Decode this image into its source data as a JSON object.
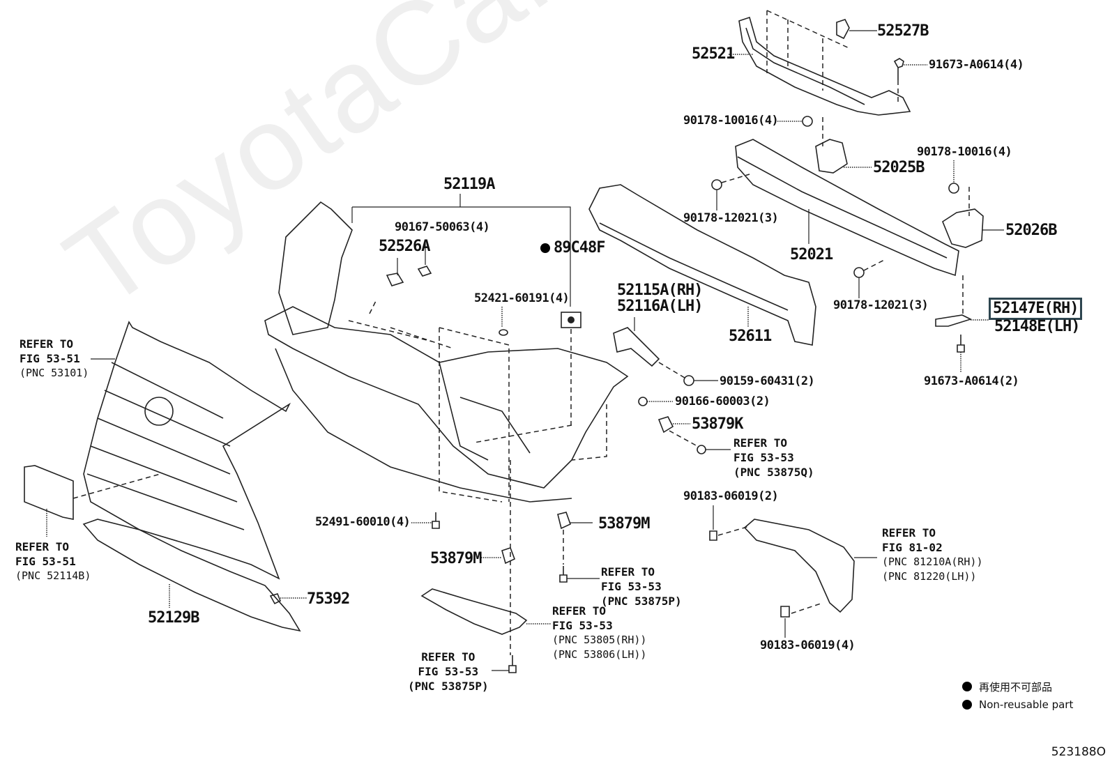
{
  "diagram": {
    "watermark": "ToyotaCarNiche.ru",
    "figure_number": "523188O",
    "legend": [
      {
        "symbol": "filled-circle",
        "text": "再使用不可部品"
      },
      {
        "symbol": "filled-circle",
        "text": "Non-reusable part"
      }
    ],
    "highlight_color": "#2e4650",
    "parts": {
      "p52527B": "52527B",
      "p52521": "52521",
      "p91673_a0614_4": "91673-A0614(4)",
      "p90178_10016_4_a": "90178-10016(4)",
      "p90178_10016_4_b": "90178-10016(4)",
      "p52025B": "52025B",
      "p52026B": "52026B",
      "p90178_12021_3_a": "90178-12021(3)",
      "p90178_12021_3_b": "90178-12021(3)",
      "p52021": "52021",
      "p52611": "52611",
      "p52147E_rh": "52147E(RH)",
      "p52148E_lh": "52148E(LH)",
      "p91673_a0614_2": "91673-A0614(2)",
      "p52119A": "52119A",
      "p90167_50063_4": "90167-50063(4)",
      "p52526A": "52526A",
      "p89C48F": "89C48F",
      "p52421_60191_4": "52421-60191(4)",
      "p52115A_rh": "52115A(RH)",
      "p52116A_lh": "52116A(LH)",
      "p90159_60431_2": "90159-60431(2)",
      "p90166_60003_2": "90166-60003(2)",
      "p53879K": "53879K",
      "p52491_60010_4": "52491-60010(4)",
      "p53879M_a": "53879M",
      "p53879M_b": "53879M",
      "p75392": "75392",
      "p52129B": "52129B",
      "p90183_06019_2": "90183-06019(2)",
      "p90183_06019_4": "90183-06019(4)"
    },
    "references": {
      "grille": {
        "line1": "REFER TO",
        "line2": "FIG 53-51",
        "line3": "(PNC 53101)"
      },
      "plate": {
        "line1": "REFER TO",
        "line2": "FIG 53-51",
        "line3": "(PNC 52114B)"
      },
      "screw_53875Q": {
        "line1": "REFER TO",
        "line2": "FIG 53-53",
        "line3": "(PNC 53875Q)"
      },
      "screw_53875P_right": {
        "line1": "REFER TO",
        "line2": "FIG 53-53",
        "line3": "(PNC 53875P)"
      },
      "undercover": {
        "line1": "REFER TO",
        "line2": "FIG 53-53",
        "line3": "(PNC 53805(RH))",
        "line4": "(PNC 53806(LH))"
      },
      "screw_53875P_bottom": {
        "line1": "REFER TO",
        "line2": "FIG 53-53",
        "line3": "(PNC 53875P)"
      },
      "lamp": {
        "line1": "REFER TO",
        "line2": "FIG 81-02",
        "line3": "(PNC 81210A(RH))",
        "line4": "(PNC 81220(LH))"
      }
    }
  }
}
